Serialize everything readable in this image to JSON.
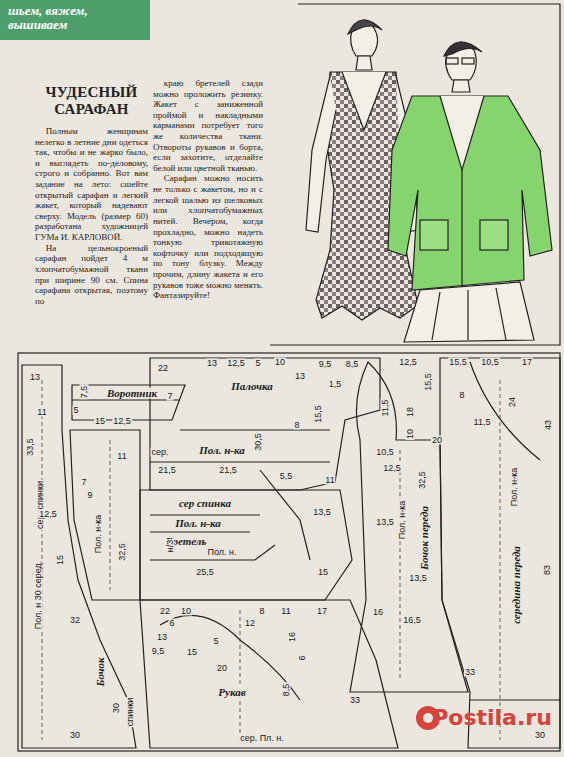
{
  "diagram": {
    "title": "ЧУДЕСНЫЙ САРАФАН",
    "nodes": [
      {
        "text": [
          "шьем, вяжем, вышиваем"
        ]
      }
    ],
    "labels": [
      "Полным женщинам нелегко в летние дни одеться так, чтобы и не жарко было, и выглядеть по-деловому, строго и собранно. Вот вам задание на лето: сшейте открытый сарафан и легкий жакет, который надевают сверху. Модель (размер 60) разработана художницей ГУМа И. КАРЛОВОЙ.",
      "На цельнокроеный сарафан пойдет 4 м хлопчатобумажной ткани при ширине 90 см. Спина сарафана открытая, поэтому по",
      "краю бретелей сзади можно проложить резинку. Жакет с заниженной проймой и накладными карманами потребует того же количества ткани. Отвороты рукавов и борта, если захотите, отделайте белой или цветной тканью.",
      "Сарафан можно носить не только с жакетом, но и с легкой шалью из шелковых или хлопчатобумажных нитей. Вечером, когда прохладно, можно надеть тонкую трикотажную кофточку или подходящую по тону блузку. Между прочим, длину жакета и его рукавов тоже можно менять. Фантазируйте!",
      "13",
      "22",
      "13",
      "12,5",
      "5",
      "10",
      "9,5",
      "8,5",
      "12,5",
      "15,5",
      "15,5",
      "10,5",
      "17",
      "7,5",
      "Воротник",
      "5",
      "Палочка",
      "7",
      "13",
      "1,5",
      "15,5",
      "8",
      "30,5",
      "11",
      "12,5",
      "15",
      "33,5",
      "сер. спинки",
      "11,5",
      "18",
      "10",
      "20",
      "8",
      "24",
      "43",
      "11,5",
      "сер.",
      "Пол. н-ка",
      "21,5",
      "21,5",
      "5,5",
      "11",
      "11",
      "7",
      "9",
      "12,5",
      "Пол. н-ка",
      "сер спинка",
      "Пол. н-ка",
      "Бретель",
      "Пол. н.",
      "25,5",
      "н/3",
      "32,5",
      "15",
      "13,5",
      "15",
      "10,5",
      "12,5",
      "Пол. н-ка",
      "32,5",
      "Бочок переда",
      "13,5",
      "13,5",
      "16",
      "16,5",
      "Пол. н-ка",
      "середина переда",
      "83",
      "Пол. н 30 серед.",
      "32",
      "22",
      "10",
      "8",
      "11",
      "17",
      "6",
      "13",
      "9,5",
      "15",
      "5",
      "12",
      "20",
      "16",
      "6",
      "8,5",
      "Рукав",
      "Бочок",
      "30",
      "спинки",
      "30",
      "33",
      "33",
      "30",
      "сер. Пл. н.",
      "Postila.ru"
    ]
  }
}
